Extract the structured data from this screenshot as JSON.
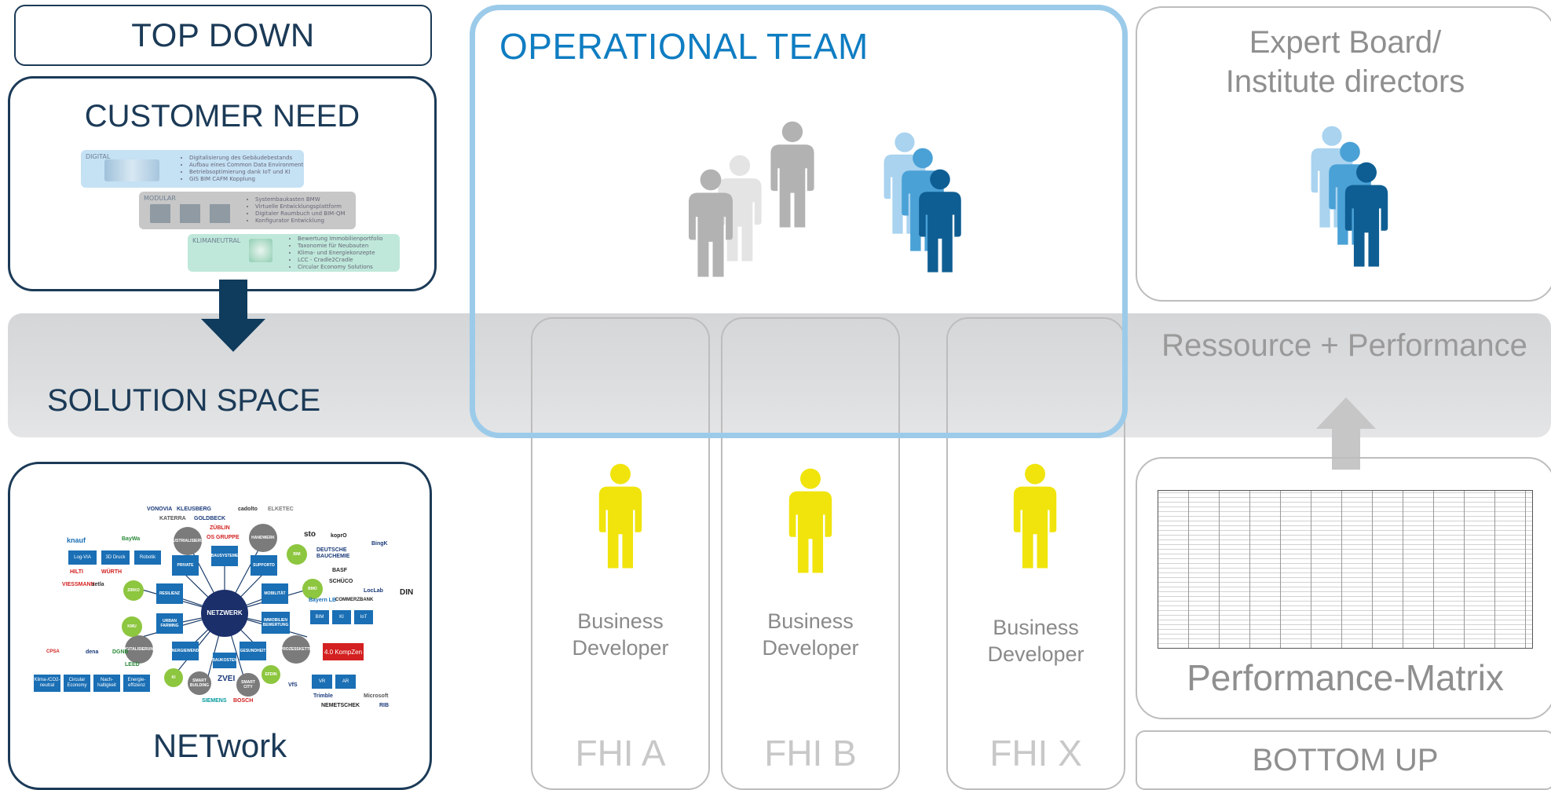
{
  "top_down": "TOP DOWN",
  "customer_need": {
    "title": "CUSTOMER NEED",
    "cards": [
      {
        "title": "DIGITAL",
        "items": [
          "Digitalisierung des Gebäudebestands",
          "Aufbau eines Common Data Environment",
          "Betriebsoptimierung dank IoT und KI",
          "GIS BIM CAFM Kopplung"
        ]
      },
      {
        "title": "MODULAR",
        "items": [
          "Systembaukasten BMW",
          "Virtuelle Entwicklungsplattform",
          "Digitaler Raumbuch und BIM-QM",
          "Konfigurator Entwicklung"
        ]
      },
      {
        "title": "KLIMANEUTRAL",
        "items": [
          "Bewertung Immobilienportfolio",
          "Taxonomie für Neubauten",
          "Klima- und Energiekonzepte",
          "LCC - Cradle2Cradle",
          "Circular Economy Solutions"
        ]
      }
    ]
  },
  "solution_space": "SOLUTION SPACE",
  "operational_team": "OPERATIONAL TEAM",
  "expert_board": {
    "line1": "Expert Board/",
    "line2": "Institute directors"
  },
  "ressource_performance": "Ressource + Performance",
  "columns": [
    {
      "role_line1": "Business",
      "role_line2": "Developer",
      "label": "FHI A"
    },
    {
      "role_line1": "Business",
      "role_line2": "Developer",
      "label": "FHI B"
    },
    {
      "role_line1": "Business",
      "role_line2": "Developer",
      "label": "FHI X"
    }
  ],
  "network": {
    "title": "NETwork",
    "center": "NETZWERK",
    "grey_nodes": [
      "INDUSTRIALISIERUNG",
      "HANDWERK",
      "DIGITALISIERUNG",
      "PROZESSKETTE",
      "SMART BUILDING",
      "SMART CITY"
    ],
    "green_nodes": [
      "ZIRKO",
      "BIM",
      "BMO",
      "KMU",
      "KI",
      "EFDIN"
    ],
    "blue_squares": [
      "PRIVATE",
      "BAUSYSTEME",
      "SUPPORTD",
      "RESILIENZ",
      "MOBILITÄT",
      "URBAN FARMING",
      "IMMOBILIEN BEWERTUNG",
      "ENERGIEWENDE",
      "GESUNDHEIT",
      "BAUKOSTEN"
    ],
    "tags_top": [
      "Log-VIA",
      "3D Druck",
      "Robotik"
    ],
    "tags_right": [
      "BIM",
      "KI",
      "IoT",
      "VR",
      "AR"
    ],
    "tags_bottom": [
      "Klima-/CO2-neutral",
      "Circular Economy",
      "Nach-haltigkeit",
      "Energie-effizienz"
    ],
    "highlight": "4.0 KompZen",
    "logos": [
      "VONOVIA",
      "KLEUSBERG",
      "cadolto",
      "ELKETEC",
      "KATERRA",
      "GOLDBECK",
      "ZÜBLIN",
      "OS GRUPPE",
      "sto",
      "koprO",
      "BingK",
      "knauf",
      "BayWa",
      "DEUTSCHE BAUCHEMIE",
      "BASF",
      "HILTI",
      "WÜRTH",
      "SCHÜCO",
      "VIESSMANN",
      "zetla",
      "LocLab",
      "DIN",
      "Bayern LB",
      "COMMERZBANK",
      "CPSA",
      "dena",
      "DGNB",
      "LEED",
      "ZVEI",
      "SIEMENS",
      "BOSCH",
      "Trimble",
      "Microsoft",
      "NEMETSCHEK",
      "RIB",
      "VfS"
    ]
  },
  "performance_matrix": "Performance-Matrix",
  "bottom_up": "BOTTOM UP",
  "colors": {
    "dark_navy": "#1b3a57",
    "operational_blue": "#0f7dc2",
    "frame_light_blue": "#9ccbea",
    "person_dark": "#0f5e93",
    "person_mid": "#4aa1d6",
    "person_light": "#a9d3ef",
    "person_yellow": "#f0e40c",
    "person_grey": "#b2b2b2",
    "text_grey": "#9a9a9a",
    "band_grey": "#d8dadc"
  }
}
